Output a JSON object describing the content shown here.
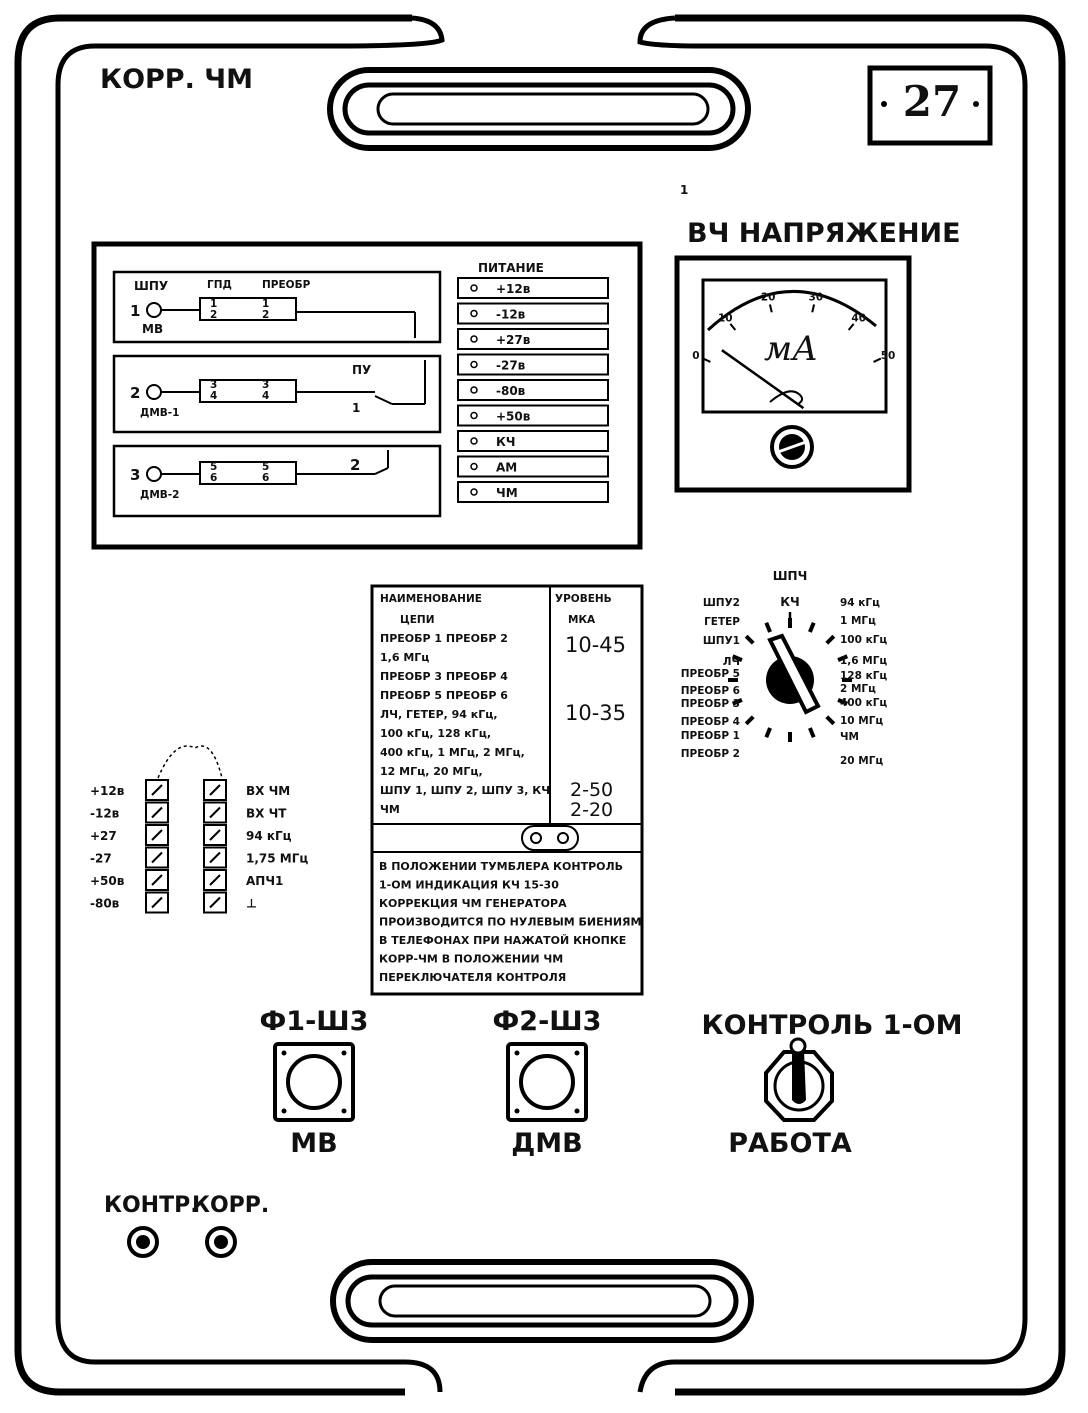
{
  "panel": {
    "title": "КОРР. ЧМ",
    "number": "27",
    "hf_voltage_label": "ВЧ НАПРЯЖЕНИЕ"
  },
  "meter": {
    "unit": "мА",
    "scale": [
      "0",
      "10",
      "20",
      "30",
      "40",
      "50"
    ],
    "needle_value": 4,
    "corner_mark": "1"
  },
  "circuit": {
    "labels": {
      "shpu": "ШПУ",
      "gpd": "ГПД",
      "preobr": "ПРЕОБР",
      "pu": "ПУ",
      "pu_tap_1": "1",
      "pu_tap_2": "2"
    },
    "inputs": [
      {
        "num": "1",
        "name": "МВ",
        "pins": [
          "1",
          "2",
          "1",
          "2"
        ]
      },
      {
        "num": "2",
        "name": "ДМВ-1",
        "pins": [
          "3",
          "4",
          "3",
          "4"
        ]
      },
      {
        "num": "3",
        "name": "ДМВ-2",
        "pins": [
          "5",
          "6",
          "5",
          "6"
        ]
      }
    ]
  },
  "power": {
    "title": "ПИТАНИЕ",
    "rows": [
      "+12в",
      "-12в",
      "+27в",
      "-27в",
      "-80в",
      "+50в",
      "КЧ",
      "АМ",
      "ЧМ"
    ]
  },
  "table": {
    "col1_header": [
      "НАИМЕНОВАНИЕ",
      "ЦЕПИ"
    ],
    "col2_header": [
      "УРОВЕНЬ",
      "МКА"
    ],
    "names": [
      "ПРЕОБР 1 ПРЕОБР 2",
      "1,6 МГц",
      "ПРЕОБР 3 ПРЕОБР 4",
      "ПРЕОБР 5 ПРЕОБР 6",
      "ЛЧ, ГЕТЕР, 94 кГц,",
      "100 кГц, 128 кГц,",
      "400 кГц, 1 МГц, 2 МГц,",
      "12 МГц, 20 МГц,",
      "ШПУ 1, ШПУ 2, ШПУ 3, КЧ",
      "ЧМ"
    ],
    "levels": [
      "10-45",
      "10-35",
      "2-50",
      "2-20"
    ],
    "note": [
      "В ПОЛОЖЕНИИ ТУМБЛЕРА КОНТРОЛЬ",
      "1-ОМ ИНДИКАЦИЯ КЧ 15-30",
      "КОРРЕКЦИЯ ЧМ ГЕНЕРАТОРА",
      "ПРОИЗВОДИТСЯ ПО НУЛЕВЫМ БИЕНИЯМ",
      "В ТЕЛЕФОНАХ ПРИ НАЖАТОЙ КНОПКЕ",
      "КОРР-ЧМ В ПОЛОЖЕНИИ ЧМ",
      "ПЕРЕКЛЮЧАТЕЛЯ КОНТРОЛЯ"
    ]
  },
  "switch": {
    "top_label": "ШПЧ",
    "top_sub": "КЧ",
    "left_labels": [
      "ШПУ2",
      "ГЕТЕР",
      "ШПУ1",
      "ЛЧ",
      "ПРЕОБР 5",
      "ПРЕОБР 6",
      "ПРЕОБР 3",
      "ПРЕОБР 4",
      "ПРЕОБР 1",
      "ПРЕОБР 2"
    ],
    "right_labels": [
      "94 кГц",
      "1 МГц",
      "100 кГц",
      "1,6 МГц",
      "128 кГц",
      "2 МГц",
      "400 кГц",
      "10 МГц",
      "ЧМ",
      "20 МГц"
    ]
  },
  "test_points": {
    "left": [
      "+12в",
      "-12в",
      "+27",
      "-27",
      "+50в",
      "-80в"
    ],
    "right": [
      "ВХ ЧМ",
      "ВХ ЧТ",
      "94 кГц",
      "1,75 МГц",
      "АПЧ1",
      "⊥"
    ]
  },
  "connectors": [
    {
      "top": "Ф1-Ш3",
      "bottom": "МВ"
    },
    {
      "top": "Ф2-Ш3",
      "bottom": "ДМВ"
    }
  ],
  "toggle": {
    "top": "КОНТРОЛЬ 1-ОМ",
    "bottom": "РАБОТА"
  },
  "jacks": {
    "left": "КОНТР.",
    "right": "КОРР."
  }
}
